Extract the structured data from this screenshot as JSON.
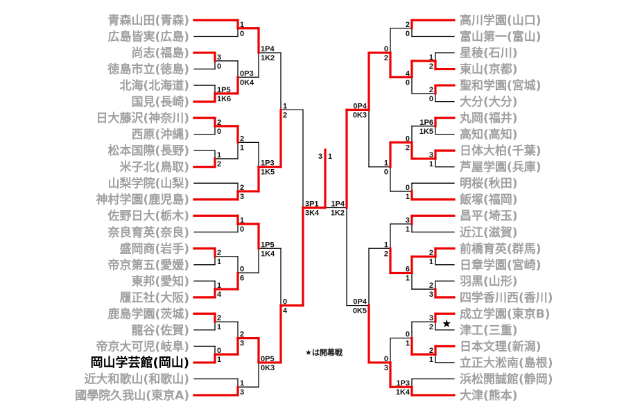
{
  "colors": {
    "winner": "#ee0000",
    "line": "#000000",
    "team": "#a0a0a0",
    "highlight": "#000000"
  },
  "left_teams": [
    {
      "name": "青森山田(青森)"
    },
    {
      "name": "広島皆実(広島)"
    },
    {
      "name": "尚志(福島)"
    },
    {
      "name": "徳島市立(徳島)"
    },
    {
      "name": "北海(北海道)"
    },
    {
      "name": "国見(長崎)"
    },
    {
      "name": "日大藤沢(神奈川)"
    },
    {
      "name": "西原(沖縄)"
    },
    {
      "name": "松本国際(長野)"
    },
    {
      "name": "米子北(鳥取)"
    },
    {
      "name": "山梨学院(山梨)"
    },
    {
      "name": "神村学園(鹿児島)"
    },
    {
      "name": "佐野日大(栃木)"
    },
    {
      "name": "奈良育英(奈良)"
    },
    {
      "name": "盛岡商(岩手)"
    },
    {
      "name": "帝京第五(愛媛)"
    },
    {
      "name": "東邦(愛知)"
    },
    {
      "name": "履正社(大阪)"
    },
    {
      "name": "鹿島学園(茨城)"
    },
    {
      "name": "龍谷(佐賀)"
    },
    {
      "name": "帝京大可児(岐阜)"
    },
    {
      "name": "岡山学芸館(岡山)",
      "highlight": true
    },
    {
      "name": "近大和歌山(和歌山)"
    },
    {
      "name": "國學院久我山(東京A)"
    }
  ],
  "right_teams": [
    {
      "name": "高川学園(山口)"
    },
    {
      "name": "富山第一(富山)"
    },
    {
      "name": "星稜(石川)"
    },
    {
      "name": "東山(京都)"
    },
    {
      "name": "聖和学園(宮城)"
    },
    {
      "name": "大分(大分)"
    },
    {
      "name": "丸岡(福井)"
    },
    {
      "name": "高知(高知)"
    },
    {
      "name": "日体大柏(千葉)"
    },
    {
      "name": "芦屋学園(兵庫)"
    },
    {
      "name": "明桜(秋田)"
    },
    {
      "name": "飯塚(福岡)"
    },
    {
      "name": "昌平(埼玉)"
    },
    {
      "name": "近江(滋賀)"
    },
    {
      "name": "前橋育英(群馬)"
    },
    {
      "name": "日章学園(宮崎)"
    },
    {
      "name": "羽黒(山形)"
    },
    {
      "name": "四学香川西(香川)"
    },
    {
      "name": "成立学園(東京B)"
    },
    {
      "name": "津工(三重)"
    },
    {
      "name": "日本文理(新潟)"
    },
    {
      "name": "立正大淞南(島根)"
    },
    {
      "name": "浜松開誠館(静岡)"
    },
    {
      "name": "大津(熊本)"
    }
  ],
  "bracket": {
    "left": {
      "round": 5,
      "scores": [
        "3P1",
        "3K4"
      ],
      "winner": 1,
      "children": [
        {
          "round": 4,
          "scores": [
            "1",
            "2"
          ],
          "winner": 1,
          "children": [
            {
              "round": 3,
              "scores": [
                "1P4",
                "1K2"
              ],
              "winner": 0,
              "children": [
                {
                  "round": 2,
                  "scores": [
                    "1",
                    "0"
                  ],
                  "winner": 0,
                  "children": [
                    0,
                    1
                  ]
                },
                {
                  "round": 2,
                  "scores": [
                    "0P3",
                    "0K4"
                  ],
                  "winner": 1,
                  "children": [
                    {
                      "round": 1,
                      "scores": [
                        "3",
                        "0"
                      ],
                      "winner": 0,
                      "children": [
                        2,
                        3
                      ]
                    },
                    {
                      "round": 1,
                      "scores": [
                        "1P5",
                        "1K6"
                      ],
                      "winner": 1,
                      "children": [
                        4,
                        5
                      ]
                    }
                  ]
                }
              ]
            },
            {
              "round": 3,
              "scores": [
                "1P3",
                "1K5"
              ],
              "winner": 1,
              "children": [
                {
                  "round": 2,
                  "scores": [
                    "2",
                    "1"
                  ],
                  "winner": 0,
                  "children": [
                    {
                      "round": 1,
                      "scores": [
                        "2",
                        "0"
                      ],
                      "winner": 0,
                      "children": [
                        6,
                        7
                      ]
                    },
                    {
                      "round": 1,
                      "scores": [
                        "1",
                        "2"
                      ],
                      "winner": 1,
                      "children": [
                        8,
                        9
                      ]
                    }
                  ]
                },
                {
                  "round": 2,
                  "scores": [
                    "2",
                    "3"
                  ],
                  "winner": 1,
                  "children": [
                    10,
                    11
                  ]
                }
              ]
            }
          ]
        },
        {
          "round": 4,
          "scores": [
            "0",
            "4"
          ],
          "winner": 1,
          "children": [
            {
              "round": 3,
              "scores": [
                "1P5",
                "1K4"
              ],
              "winner": 0,
              "children": [
                {
                  "round": 2,
                  "scores": [
                    "1",
                    "0"
                  ],
                  "winner": 0,
                  "children": [
                    12,
                    13
                  ]
                },
                {
                  "round": 2,
                  "scores": [
                    "0",
                    "6"
                  ],
                  "winner": 1,
                  "children": [
                    {
                      "round": 1,
                      "scores": [
                        "2",
                        "1"
                      ],
                      "winner": 0,
                      "children": [
                        14,
                        15
                      ]
                    },
                    {
                      "round": 1,
                      "scores": [
                        "1",
                        "4"
                      ],
                      "winner": 1,
                      "children": [
                        16,
                        17
                      ]
                    }
                  ]
                }
              ]
            },
            {
              "round": 3,
              "scores": [
                "0P5",
                "0K3"
              ],
              "winner": 0,
              "children": [
                {
                  "round": 2,
                  "scores": [
                    "2",
                    "3"
                  ],
                  "winner": 1,
                  "children": [
                    {
                      "round": 1,
                      "scores": [
                        "2",
                        "1"
                      ],
                      "winner": 0,
                      "children": [
                        18,
                        19
                      ]
                    },
                    {
                      "round": 1,
                      "scores": [
                        "0",
                        "1"
                      ],
                      "winner": 1,
                      "children": [
                        20,
                        21
                      ]
                    }
                  ]
                },
                {
                  "round": 2,
                  "scores": [
                    "1",
                    "3"
                  ],
                  "winner": 1,
                  "children": [
                    22,
                    23
                  ]
                }
              ]
            }
          ]
        }
      ]
    },
    "right": {
      "round": 5,
      "scores": [
        "1P4",
        "1K2"
      ],
      "winner": 0,
      "children": [
        {
          "round": 4,
          "scores": [
            "0P4",
            "0K3"
          ],
          "winner": 0,
          "children": [
            {
              "round": 3,
              "scores": [
                "0",
                "2"
              ],
              "winner": 1,
              "children": [
                {
                  "round": 2,
                  "scores": [
                    "2",
                    "0"
                  ],
                  "winner": 0,
                  "children": [
                    0,
                    1
                  ]
                },
                {
                  "round": 2,
                  "scores": [
                    "4",
                    "0"
                  ],
                  "winner": 0,
                  "children": [
                    {
                      "round": 1,
                      "scores": [
                        "1",
                        "2"
                      ],
                      "winner": 1,
                      "children": [
                        2,
                        3
                      ]
                    },
                    {
                      "round": 1,
                      "scores": [
                        "2",
                        "0"
                      ],
                      "winner": 0,
                      "children": [
                        4,
                        5
                      ]
                    }
                  ]
                }
              ]
            },
            {
              "round": 3,
              "scores": [
                "1",
                "0"
              ],
              "winner": 0,
              "children": [
                {
                  "round": 2,
                  "scores": [
                    "0",
                    "2"
                  ],
                  "winner": 1,
                  "children": [
                    {
                      "round": 1,
                      "scores": [
                        "1P6",
                        "1K5"
                      ],
                      "winner": 0,
                      "children": [
                        6,
                        7
                      ]
                    },
                    {
                      "round": 1,
                      "scores": [
                        "3",
                        "1"
                      ],
                      "winner": 0,
                      "children": [
                        8,
                        9
                      ]
                    }
                  ]
                },
                {
                  "round": 2,
                  "scores": [
                    "0",
                    "1"
                  ],
                  "winner": 1,
                  "children": [
                    10,
                    11
                  ]
                }
              ]
            }
          ]
        },
        {
          "round": 4,
          "scores": [
            "0P4",
            "0K5"
          ],
          "winner": 1,
          "children": [
            {
              "round": 3,
              "scores": [
                "1",
                "2"
              ],
              "winner": 1,
              "children": [
                {
                  "round": 2,
                  "scores": [
                    "3",
                    "1"
                  ],
                  "winner": 0,
                  "children": [
                    12,
                    13
                  ]
                },
                {
                  "round": 2,
                  "scores": [
                    "6",
                    "1"
                  ],
                  "winner": 0,
                  "children": [
                    {
                      "round": 1,
                      "scores": [
                        "2",
                        "1"
                      ],
                      "winner": 0,
                      "children": [
                        14,
                        15
                      ]
                    },
                    {
                      "round": 1,
                      "scores": [
                        "2",
                        "3"
                      ],
                      "winner": 1,
                      "children": [
                        16,
                        17
                      ]
                    }
                  ]
                }
              ]
            },
            {
              "round": 3,
              "scores": [
                "0",
                "3"
              ],
              "winner": 1,
              "children": [
                {
                  "round": 2,
                  "scores": [
                    "0",
                    "1"
                  ],
                  "winner": 1,
                  "children": [
                    {
                      "round": 1,
                      "scores": [
                        "3",
                        "2"
                      ],
                      "winner": 0,
                      "children": [
                        18,
                        19
                      ]
                    },
                    {
                      "round": 1,
                      "scores": [
                        "2",
                        "1"
                      ],
                      "winner": 0,
                      "children": [
                        20,
                        21
                      ]
                    }
                  ]
                },
                {
                  "round": 2,
                  "scores": [
                    "1P3",
                    "1K4"
                  ],
                  "winner": 1,
                  "children": [
                    22,
                    23
                  ]
                }
              ]
            }
          ]
        }
      ]
    },
    "final": {
      "scores": [
        "3",
        "1"
      ],
      "winner": 0
    }
  },
  "opening_match_mark": "★",
  "note": "★は開幕戦"
}
